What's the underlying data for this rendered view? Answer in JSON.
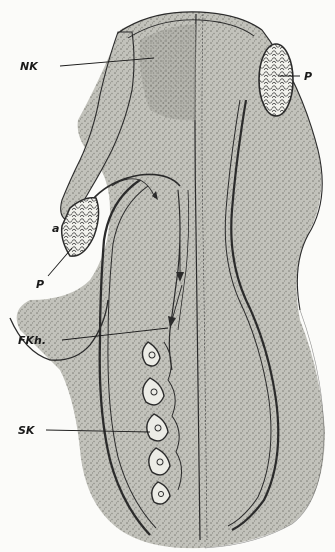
{
  "figure": {
    "labels": {
      "nk": "NK",
      "p_right": "P",
      "a": "a",
      "p_left": "P",
      "fkh": "FKh.",
      "sk": "SK"
    },
    "colors": {
      "background": "#fbfbf9",
      "tissue": "#b9b9b3",
      "tissue_dark": "#8d8d86",
      "outline": "#2b2b2b",
      "cell_fill": "#f3f3ee"
    }
  }
}
